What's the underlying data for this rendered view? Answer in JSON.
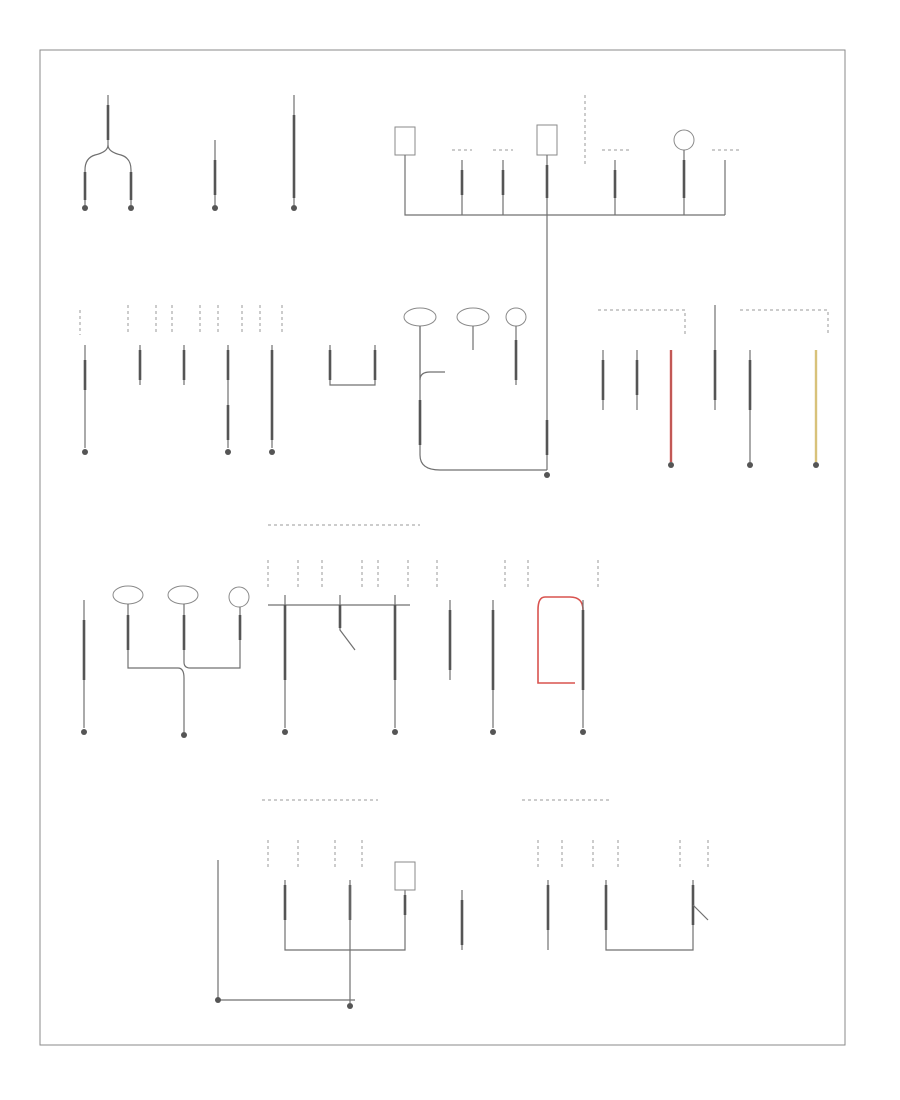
{
  "colors": {
    "wire": "#707070",
    "wire_heavy": "#555555",
    "wire_red": "#d9534f",
    "wire_tan": "#d8c27a",
    "frame": "#8a8a8a",
    "text": "#9a9a9a"
  },
  "footer": {
    "label": ""
  },
  "sections": [
    {
      "name": "section-1-top"
    },
    {
      "name": "section-2-middle"
    },
    {
      "name": "section-3-lower"
    },
    {
      "name": "section-4-bottom"
    }
  ]
}
